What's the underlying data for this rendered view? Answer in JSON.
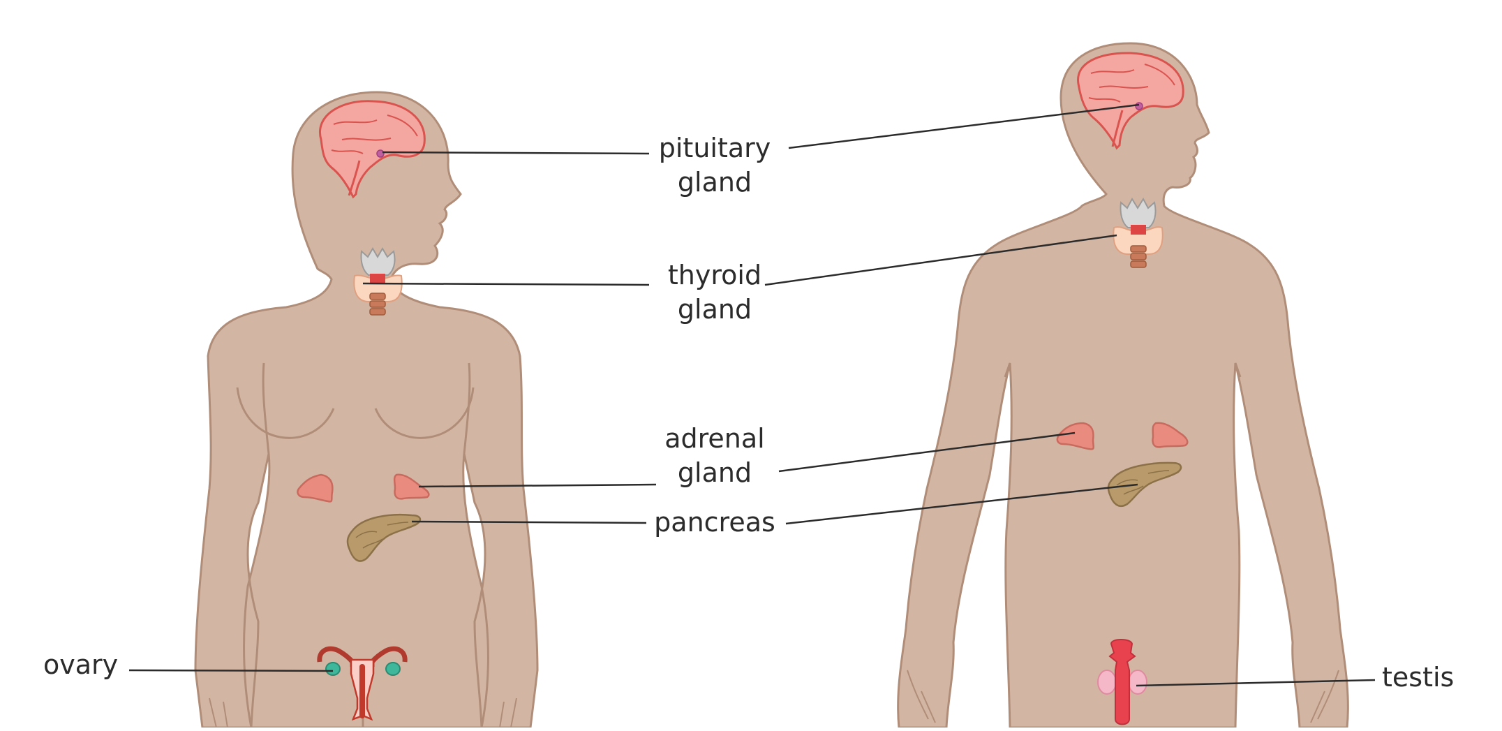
{
  "labels": {
    "pituitary": {
      "line1": "pituitary",
      "line2": "gland"
    },
    "thyroid": {
      "line1": "thyroid",
      "line2": "gland"
    },
    "adrenal": {
      "line1": "adrenal",
      "line2": "gland"
    },
    "pancreas": "pancreas",
    "ovary": "ovary",
    "testis": "testis"
  },
  "colors": {
    "skin": "#d2b6a3",
    "skin_outline": "#b08d78",
    "brain": "#f4a6a1",
    "brain_outline": "#d9534f",
    "adrenal": "#e98c7f",
    "pancreas": "#b99b6b",
    "pancreas_outline": "#8b7048",
    "thyroid": "#fbd7c0",
    "cartilage": "#d8d8d8",
    "uterus": "#c0392b",
    "ovary": "#3fb79a",
    "testis_pink": "#f5b8c8",
    "penis_red": "#e8424e",
    "leader_line": "#2b2b2b"
  }
}
